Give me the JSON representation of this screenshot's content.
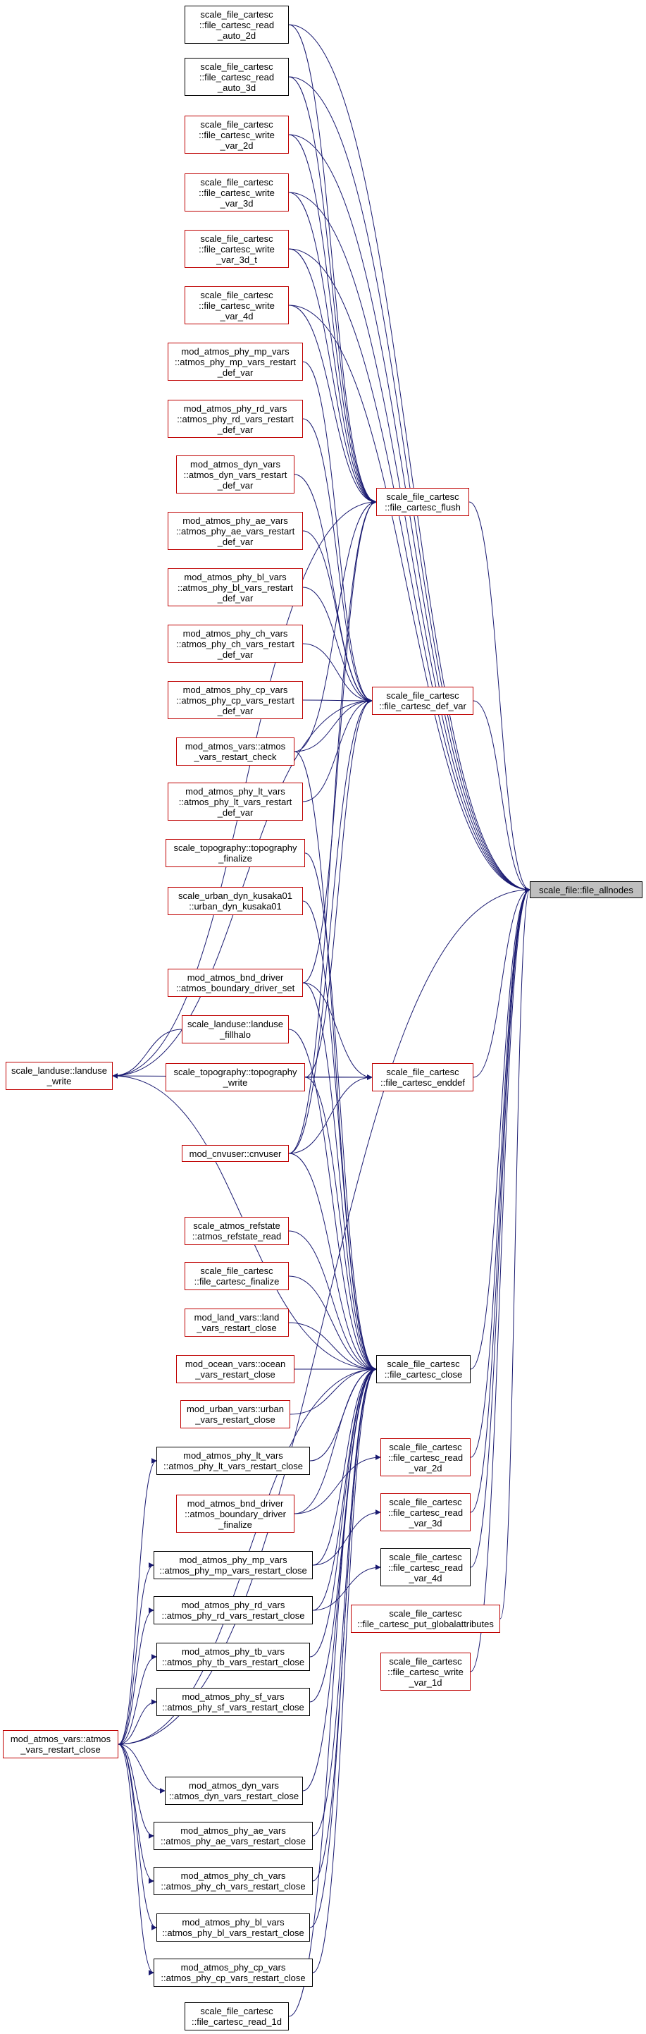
{
  "colors": {
    "edge": "#191970",
    "red_border": "#bf0000",
    "black_border": "#000000",
    "root_fill": "#bfbfbf"
  },
  "nodes": [
    {
      "id": "read_auto_2d",
      "label": "scale_file_cartesc\n::file_cartesc_read\n_auto_2d",
      "style": "black"
    },
    {
      "id": "read_auto_3d",
      "label": "scale_file_cartesc\n::file_cartesc_read\n_auto_3d",
      "style": "black"
    },
    {
      "id": "write_var_2d",
      "label": "scale_file_cartesc\n::file_cartesc_write\n_var_2d",
      "style": "red"
    },
    {
      "id": "write_var_3d",
      "label": "scale_file_cartesc\n::file_cartesc_write\n_var_3d",
      "style": "red"
    },
    {
      "id": "write_var_3d_t",
      "label": "scale_file_cartesc\n::file_cartesc_write\n_var_3d_t",
      "style": "red"
    },
    {
      "id": "write_var_4d",
      "label": "scale_file_cartesc\n::file_cartesc_write\n_var_4d",
      "style": "red"
    },
    {
      "id": "mp_def",
      "label": "mod_atmos_phy_mp_vars\n::atmos_phy_mp_vars_restart\n_def_var",
      "style": "red"
    },
    {
      "id": "rd_def",
      "label": "mod_atmos_phy_rd_vars\n::atmos_phy_rd_vars_restart\n_def_var",
      "style": "red"
    },
    {
      "id": "dyn_def",
      "label": "mod_atmos_dyn_vars\n::atmos_dyn_vars_restart\n_def_var",
      "style": "red"
    },
    {
      "id": "ae_def",
      "label": "mod_atmos_phy_ae_vars\n::atmos_phy_ae_vars_restart\n_def_var",
      "style": "red"
    },
    {
      "id": "bl_def",
      "label": "mod_atmos_phy_bl_vars\n::atmos_phy_bl_vars_restart\n_def_var",
      "style": "red"
    },
    {
      "id": "ch_def",
      "label": "mod_atmos_phy_ch_vars\n::atmos_phy_ch_vars_restart\n_def_var",
      "style": "red"
    },
    {
      "id": "cp_def",
      "label": "mod_atmos_phy_cp_vars\n::atmos_phy_cp_vars_restart\n_def_var",
      "style": "red"
    },
    {
      "id": "restart_check",
      "label": "mod_atmos_vars::atmos\n_vars_restart_check",
      "style": "red"
    },
    {
      "id": "lt_def",
      "label": "mod_atmos_phy_lt_vars\n::atmos_phy_lt_vars_restart\n_def_var",
      "style": "red"
    },
    {
      "id": "topo_finalize",
      "label": "scale_topography::topography\n_finalize",
      "style": "red"
    },
    {
      "id": "kusaka",
      "label": "scale_urban_dyn_kusaka01\n::urban_dyn_kusaka01",
      "style": "red"
    },
    {
      "id": "bnd_set",
      "label": "mod_atmos_bnd_driver\n::atmos_boundary_driver_set",
      "style": "red"
    },
    {
      "id": "landuse_fillhalo",
      "label": "scale_landuse::landuse\n_fillhalo",
      "style": "red"
    },
    {
      "id": "landuse_write",
      "label": "scale_landuse::landuse\n_write",
      "style": "red"
    },
    {
      "id": "topo_write",
      "label": "scale_topography::topography\n_write",
      "style": "red"
    },
    {
      "id": "cnvuser",
      "label": "mod_cnvuser::cnvuser",
      "style": "red"
    },
    {
      "id": "flush",
      "label": "scale_file_cartesc\n::file_cartesc_flush",
      "style": "red"
    },
    {
      "id": "def_var",
      "label": "scale_file_cartesc\n::file_cartesc_def_var",
      "style": "red"
    },
    {
      "id": "enddef",
      "label": "scale_file_cartesc\n::file_cartesc_enddef",
      "style": "red"
    },
    {
      "id": "refstate_read",
      "label": "scale_atmos_refstate\n::atmos_refstate_read",
      "style": "red"
    },
    {
      "id": "cartesc_finalize",
      "label": "scale_file_cartesc\n::file_cartesc_finalize",
      "style": "red"
    },
    {
      "id": "land_close",
      "label": "mod_land_vars::land\n_vars_restart_close",
      "style": "red"
    },
    {
      "id": "ocean_close",
      "label": "mod_ocean_vars::ocean\n_vars_restart_close",
      "style": "red"
    },
    {
      "id": "urban_close",
      "label": "mod_urban_vars::urban\n_vars_restart_close",
      "style": "red"
    },
    {
      "id": "close",
      "label": "scale_file_cartesc\n::file_cartesc_close",
      "style": "black"
    },
    {
      "id": "lt_close",
      "label": "mod_atmos_phy_lt_vars\n::atmos_phy_lt_vars_restart_close",
      "style": "black"
    },
    {
      "id": "bnd_finalize",
      "label": "mod_atmos_bnd_driver\n::atmos_boundary_driver\n_finalize",
      "style": "red"
    },
    {
      "id": "mp_close",
      "label": "mod_atmos_phy_mp_vars\n::atmos_phy_mp_vars_restart_close",
      "style": "black"
    },
    {
      "id": "rd_close",
      "label": "mod_atmos_phy_rd_vars\n::atmos_phy_rd_vars_restart_close",
      "style": "black"
    },
    {
      "id": "tb_close",
      "label": "mod_atmos_phy_tb_vars\n::atmos_phy_tb_vars_restart_close",
      "style": "black"
    },
    {
      "id": "sf_close",
      "label": "mod_atmos_phy_sf_vars\n::atmos_phy_sf_vars_restart_close",
      "style": "black"
    },
    {
      "id": "atmos_close",
      "label": "mod_atmos_vars::atmos\n_vars_restart_close",
      "style": "red"
    },
    {
      "id": "dyn_close",
      "label": "mod_atmos_dyn_vars\n::atmos_dyn_vars_restart_close",
      "style": "black"
    },
    {
      "id": "ae_close",
      "label": "mod_atmos_phy_ae_vars\n::atmos_phy_ae_vars_restart_close",
      "style": "black"
    },
    {
      "id": "ch_close",
      "label": "mod_atmos_phy_ch_vars\n::atmos_phy_ch_vars_restart_close",
      "style": "black"
    },
    {
      "id": "bl_close",
      "label": "mod_atmos_phy_bl_vars\n::atmos_phy_bl_vars_restart_close",
      "style": "black"
    },
    {
      "id": "cp_close",
      "label": "mod_atmos_phy_cp_vars\n::atmos_phy_cp_vars_restart_close",
      "style": "black"
    },
    {
      "id": "read_1d",
      "label": "scale_file_cartesc\n::file_cartesc_read_1d",
      "style": "black"
    },
    {
      "id": "read_var_2d",
      "label": "scale_file_cartesc\n::file_cartesc_read\n_var_2d",
      "style": "red"
    },
    {
      "id": "read_var_3d",
      "label": "scale_file_cartesc\n::file_cartesc_read\n_var_3d",
      "style": "red"
    },
    {
      "id": "read_var_4d",
      "label": "scale_file_cartesc\n::file_cartesc_read\n_var_4d",
      "style": "black"
    },
    {
      "id": "put_global",
      "label": "scale_file_cartesc\n::file_cartesc_put_globalattributes",
      "style": "red"
    },
    {
      "id": "write_var_1d",
      "label": "scale_file_cartesc\n::file_cartesc_write\n_var_1d",
      "style": "red"
    },
    {
      "id": "allnodes",
      "label": "scale_file::file_allnodes",
      "style": "root"
    }
  ],
  "edges": [
    [
      "read_auto_2d",
      "allnodes"
    ],
    [
      "read_auto_3d",
      "allnodes"
    ],
    [
      "write_var_2d",
      "allnodes"
    ],
    [
      "write_var_3d",
      "allnodes"
    ],
    [
      "write_var_3d_t",
      "allnodes"
    ],
    [
      "write_var_4d",
      "allnodes"
    ],
    [
      "flush",
      "allnodes"
    ],
    [
      "def_var",
      "allnodes"
    ],
    [
      "enddef",
      "allnodes"
    ],
    [
      "close",
      "allnodes"
    ],
    [
      "read_var_2d",
      "allnodes"
    ],
    [
      "read_var_3d",
      "allnodes"
    ],
    [
      "read_var_4d",
      "allnodes"
    ],
    [
      "put_global",
      "allnodes"
    ],
    [
      "write_var_1d",
      "allnodes"
    ],
    [
      "read_auto_2d",
      "flush"
    ],
    [
      "read_auto_3d",
      "flush"
    ],
    [
      "write_var_2d",
      "flush"
    ],
    [
      "write_var_3d",
      "flush"
    ],
    [
      "write_var_3d_t",
      "flush"
    ],
    [
      "write_var_4d",
      "flush"
    ],
    [
      "restart_check",
      "flush"
    ],
    [
      "bnd_set",
      "flush"
    ],
    [
      "landuse_write",
      "flush"
    ],
    [
      "cnvuser",
      "flush"
    ],
    [
      "mp_def",
      "def_var"
    ],
    [
      "rd_def",
      "def_var"
    ],
    [
      "dyn_def",
      "def_var"
    ],
    [
      "ae_def",
      "def_var"
    ],
    [
      "bl_def",
      "def_var"
    ],
    [
      "ch_def",
      "def_var"
    ],
    [
      "cp_def",
      "def_var"
    ],
    [
      "lt_def",
      "def_var"
    ],
    [
      "restart_check",
      "def_var"
    ],
    [
      "landuse_write",
      "def_var"
    ],
    [
      "topo_write",
      "def_var"
    ],
    [
      "cnvuser",
      "def_var"
    ],
    [
      "bnd_set",
      "enddef"
    ],
    [
      "landuse_write",
      "enddef"
    ],
    [
      "topo_write",
      "enddef"
    ],
    [
      "cnvuser",
      "enddef"
    ],
    [
      "landuse_fillhalo",
      "landuse_write"
    ],
    [
      "restart_check",
      "close"
    ],
    [
      "topo_finalize",
      "close"
    ],
    [
      "kusaka",
      "close"
    ],
    [
      "bnd_set",
      "close"
    ],
    [
      "landuse_fillhalo",
      "close"
    ],
    [
      "landuse_write",
      "close"
    ],
    [
      "topo_write",
      "close"
    ],
    [
      "cnvuser",
      "close"
    ],
    [
      "refstate_read",
      "close"
    ],
    [
      "cartesc_finalize",
      "close"
    ],
    [
      "land_close",
      "close"
    ],
    [
      "ocean_close",
      "close"
    ],
    [
      "urban_close",
      "close"
    ],
    [
      "lt_close",
      "close"
    ],
    [
      "bnd_finalize",
      "close"
    ],
    [
      "mp_close",
      "close"
    ],
    [
      "rd_close",
      "close"
    ],
    [
      "tb_close",
      "close"
    ],
    [
      "sf_close",
      "close"
    ],
    [
      "atmos_close",
      "close"
    ],
    [
      "dyn_close",
      "close"
    ],
    [
      "ae_close",
      "close"
    ],
    [
      "ch_close",
      "close"
    ],
    [
      "bl_close",
      "close"
    ],
    [
      "cp_close",
      "close"
    ],
    [
      "read_1d",
      "close"
    ],
    [
      "atmos_close",
      "lt_close"
    ],
    [
      "atmos_close",
      "mp_close"
    ],
    [
      "atmos_close",
      "rd_close"
    ],
    [
      "atmos_close",
      "tb_close"
    ],
    [
      "atmos_close",
      "sf_close"
    ],
    [
      "atmos_close",
      "dyn_close"
    ],
    [
      "atmos_close",
      "ae_close"
    ],
    [
      "atmos_close",
      "ch_close"
    ],
    [
      "atmos_close",
      "bl_close"
    ],
    [
      "atmos_close",
      "cp_close"
    ],
    [
      "atmos_close",
      "allnodes"
    ],
    [
      "bnd_finalize",
      "read_var_2d"
    ],
    [
      "mp_close",
      "read_var_3d"
    ],
    [
      "rd_close",
      "read_var_4d"
    ]
  ]
}
